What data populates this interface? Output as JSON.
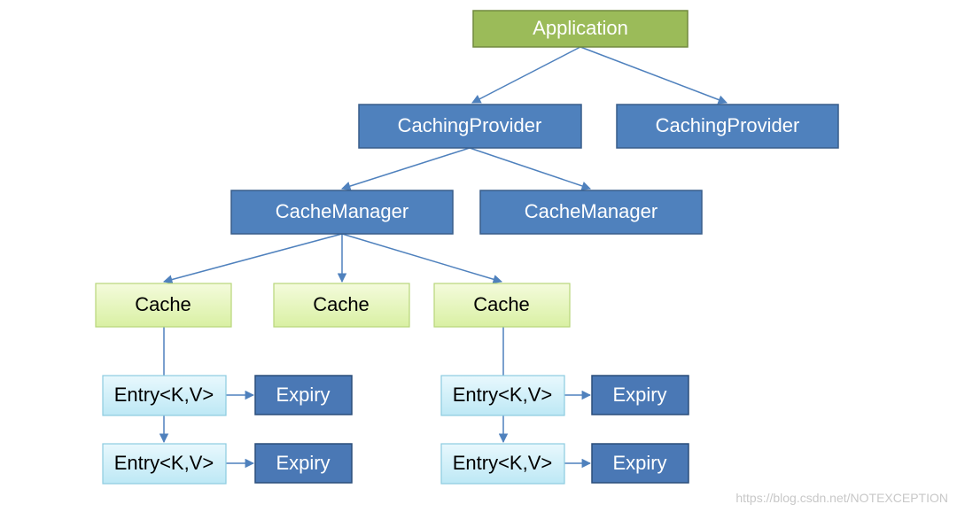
{
  "diagram": {
    "application": "Application",
    "caching_provider_1": "CachingProvider",
    "caching_provider_2": "CachingProvider",
    "cache_manager_1": "CacheManager",
    "cache_manager_2": "CacheManager",
    "cache_1": "Cache",
    "cache_2": "Cache",
    "cache_3": "Cache",
    "entry_1": "Entry<K,V>",
    "entry_2": "Entry<K,V>",
    "entry_3": "Entry<K,V>",
    "entry_4": "Entry<K,V>",
    "expiry_1": "Expiry",
    "expiry_2": "Expiry",
    "expiry_3": "Expiry",
    "expiry_4": "Expiry"
  },
  "watermark": "https://blog.csdn.net/NOTEXCEPTION",
  "colors": {
    "application_fill": "#9bbb59",
    "application_stroke": "#71893f",
    "blue_fill": "#4f81bd",
    "blue_stroke": "#385d8a",
    "dark_blue_fill": "#4a78b5",
    "dark_blue_stroke": "#2a4d7a",
    "cache_fill_top": "#f4fbdc",
    "cache_fill_bottom": "#d9f0a3",
    "cache_stroke": "#b7d67a",
    "entry_fill_top": "#e8f8fd",
    "entry_fill_bottom": "#bde8f5",
    "entry_stroke": "#8ccbe0",
    "arrow": "#4f81bd"
  }
}
